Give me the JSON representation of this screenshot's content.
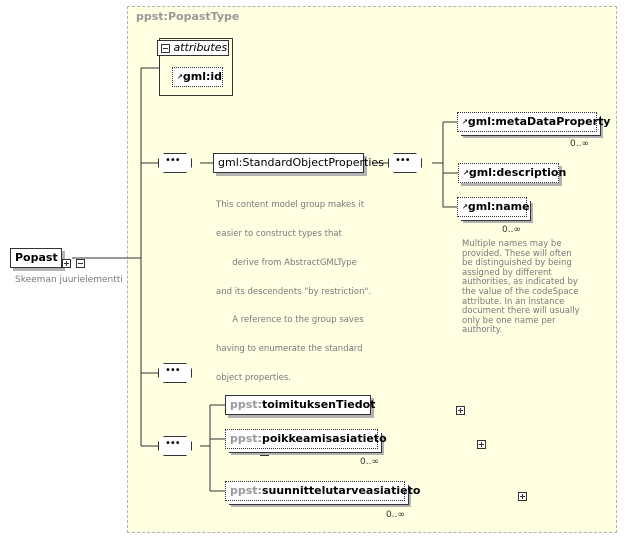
{
  "type_name": "ppst:PopastType",
  "attributes_label": "attributes",
  "attribute_id": "gml:id",
  "root": {
    "name": "Popast",
    "caption": "Skeeman juurielementti"
  },
  "group": {
    "name": "gml:StandardObjectProperties",
    "description_lines": [
      "This content model group makes it",
      "easier to construct types that",
      "      derive from AbstractGMLType",
      "and its descendents \"by restriction\".",
      "      A reference to the group saves",
      "having to enumerate the standard",
      "object properties."
    ],
    "children": [
      {
        "ns": "gml:",
        "name": "metaDataProperty",
        "occurrence": "0..∞"
      },
      {
        "ns": "gml:",
        "name": "description",
        "occurrence": ""
      },
      {
        "ns": "gml:",
        "name": "name",
        "occurrence": "0..∞"
      }
    ],
    "name_note_lines": [
      "Multiple names may be",
      "provided.  These will often",
      "be distinguished by being",
      "assigned by different",
      "authorities, as indicated by",
      "the value of the codeSpace",
      "attribute.  In an instance",
      "document there will usually",
      "only be one name per",
      "authority."
    ]
  },
  "elements": [
    {
      "ns": "ppst:",
      "name": "toimituksenTiedot",
      "occurrence": ""
    },
    {
      "ns": "ppst:",
      "name": "poikkeamisasiatieto",
      "occurrence": "0..∞"
    },
    {
      "ns": "ppst:",
      "name": "suunnittelutarveasiatieto",
      "occurrence": "0..∞"
    }
  ]
}
